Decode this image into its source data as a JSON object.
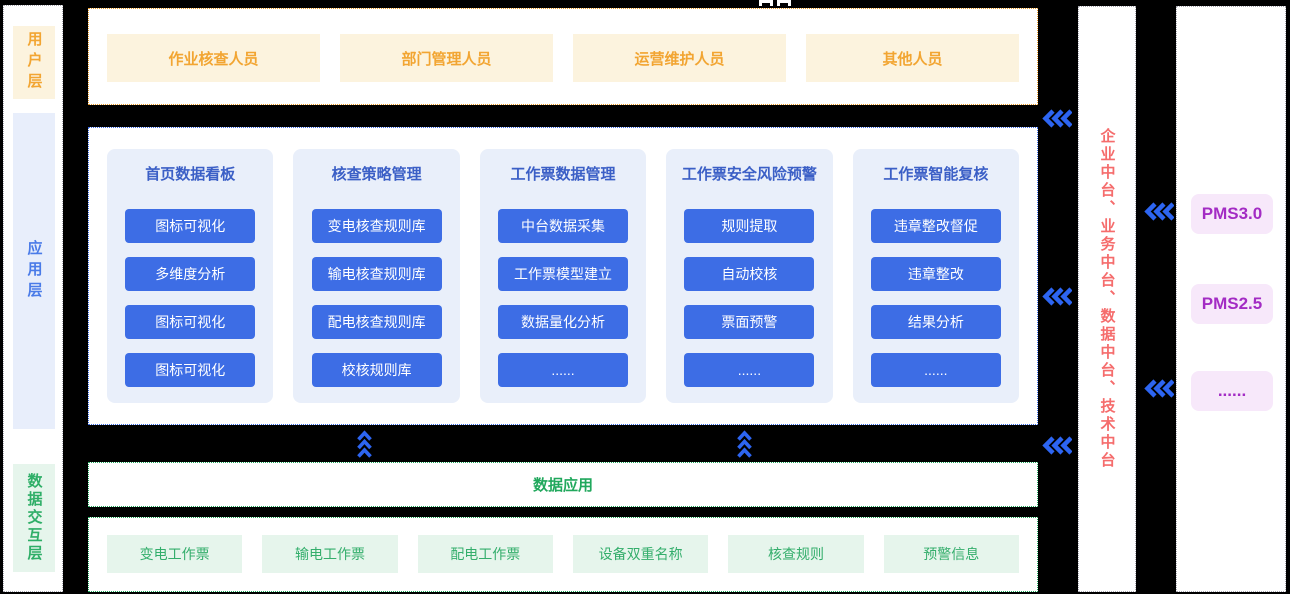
{
  "colors": {
    "background": "#000000",
    "orange_text": "#F2A532",
    "orange_bg": "#FCF3DE",
    "orange_border": "#E89B2A",
    "blue_button": "#3D6DE5",
    "blue_title": "#3B5FC6",
    "blue_panel_bg": "#E9EFFA",
    "green_text": "#2EAE67",
    "green_bg": "#E6F5EC",
    "green_border": "#21A85D",
    "red_platform_text": "#F56C6C",
    "purple_text": "#A32CC4",
    "purple_bg": "#F7E8FA",
    "chevron_blue": "#2D65F1"
  },
  "sidebar": {
    "layers": [
      {
        "label": "用户层"
      },
      {
        "label": "应用层"
      },
      {
        "label": "数据交互层"
      }
    ]
  },
  "user_layer": {
    "roles": [
      "作业核查人员",
      "部门管理人员",
      "运营维护人员",
      "其他人员"
    ]
  },
  "app_layer": {
    "modules": [
      {
        "title": "首页数据看板",
        "items": [
          "图标可视化",
          "多维度分析",
          "图标可视化",
          "图标可视化"
        ]
      },
      {
        "title": "核查策略管理",
        "items": [
          "变电核查规则库",
          "输电核查规则库",
          "配电核查规则库",
          "校核规则库"
        ]
      },
      {
        "title": "工作票数据管理",
        "items": [
          "中台数据采集",
          "工作票模型建立",
          "数据量化分析",
          "......"
        ]
      },
      {
        "title": "工作票安全风险预警",
        "items": [
          "规则提取",
          "自动校核",
          "票面预警",
          "......"
        ]
      },
      {
        "title": "工作票智能复核",
        "items": [
          "违章整改督促",
          "违章整改",
          "结果分析",
          "......"
        ]
      }
    ]
  },
  "data_application": {
    "title": "数据应用"
  },
  "data_sources": {
    "items": [
      "变电工作票",
      "输电工作票",
      "配电工作票",
      "设备双重名称",
      "核查规则",
      "预警信息"
    ]
  },
  "platform_column": {
    "label": "企业中台、业务中台、数据中台、技术中台"
  },
  "external_systems": {
    "items": [
      "PMS3.0",
      "PMS2.5",
      "......"
    ]
  }
}
